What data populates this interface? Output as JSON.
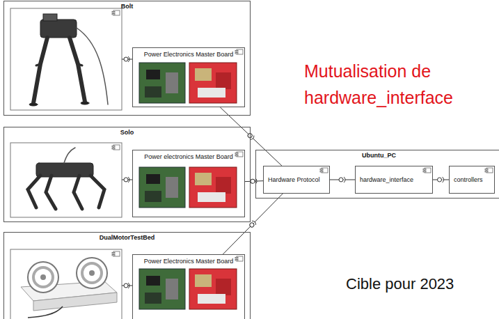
{
  "diagram": {
    "nodes": [
      {
        "text": [
          "Bolt"
        ]
      },
      {
        "text": [
          "Power Electronics Master Board"
        ],
        "in": 0
      },
      {
        "text": [
          "Solo"
        ]
      },
      {
        "text": [
          "Power electronics Master Board"
        ],
        "in": 2
      },
      {
        "text": [
          "DualMotorTestBed"
        ]
      },
      {
        "text": [
          "Power Electronics Master Board"
        ],
        "in": 4
      },
      {
        "text": [
          "Ubuntu_PC"
        ]
      },
      {
        "text": [
          "Hardware Protocol"
        ],
        "in": 6
      },
      {
        "text": [
          "hardware_interface"
        ],
        "in": 6
      },
      {
        "text": [
          "controllers"
        ],
        "in": 6
      }
    ],
    "edges": [
      {
        "from": 1,
        "to": 7,
        "arrow": "none"
      },
      {
        "from": 3,
        "to": 7,
        "arrow": "none"
      },
      {
        "from": 5,
        "to": 7,
        "arrow": "none"
      },
      {
        "from": 7,
        "to": 8,
        "arrow": "none"
      },
      {
        "from": 8,
        "to": 9,
        "arrow": "none"
      }
    ],
    "labels": [
      "Mutualisation de hardware_interface",
      "Cible pour 2023"
    ]
  }
}
